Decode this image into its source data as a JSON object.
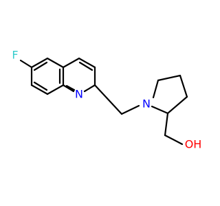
{
  "molecule": {
    "atoms": {
      "fluorine": "F",
      "quinoline_nitrogen": "N",
      "pyrrolidine_nitrogen": "N",
      "hydroxyl": "OH"
    },
    "colors": {
      "fluorine": "#33cccc",
      "nitrogen": "#0000ff",
      "oxygen": "#ff0000",
      "bond": "#000000",
      "background": "#ffffff"
    }
  }
}
